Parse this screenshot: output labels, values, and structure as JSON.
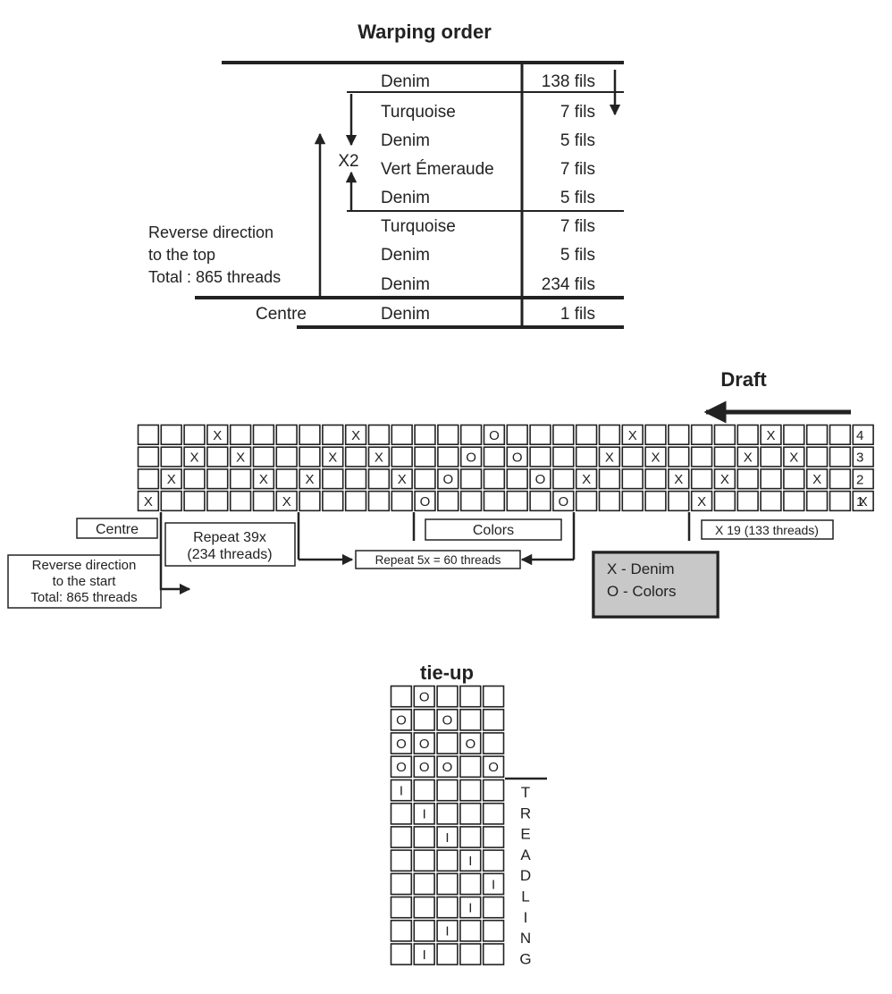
{
  "warping": {
    "title": "Warping order",
    "rows": [
      {
        "color": "Denim",
        "count": "138 fils"
      },
      {
        "color": "Turquoise",
        "count": "7 fils"
      },
      {
        "color": "Denim",
        "count": "5 fils"
      },
      {
        "color": "Vert Émeraude",
        "count": "7 fils"
      },
      {
        "color": "Denim",
        "count": "5 fils"
      },
      {
        "color": "Turquoise",
        "count": "7 fils"
      },
      {
        "color": "Denim",
        "count": "5 fils"
      },
      {
        "color": "Denim",
        "count": "234 fils"
      },
      {
        "color": "Denim",
        "count": "1 fils"
      }
    ],
    "centre_label": "Centre",
    "repeat_label": "X2",
    "reverse_note": [
      "Reverse direction",
      "to the top",
      "Total : 865 threads"
    ]
  },
  "draft": {
    "title": "Draft",
    "shaft_numbers": [
      "4",
      "3",
      "2",
      "1"
    ],
    "grid": [
      [
        "",
        "",
        "",
        "X",
        "",
        "",
        "",
        "",
        "",
        "X",
        "",
        "",
        "",
        "",
        "",
        "O",
        "",
        "",
        "",
        "",
        "",
        "X",
        "",
        "",
        "",
        "",
        "",
        "X",
        "",
        "",
        "",
        ""
      ],
      [
        "",
        "",
        "X",
        "",
        "X",
        "",
        "",
        "",
        "X",
        "",
        "X",
        "",
        "",
        "",
        "O",
        "",
        "O",
        "",
        "",
        "",
        "X",
        "",
        "X",
        "",
        "",
        "",
        "X",
        "",
        "X",
        "",
        "",
        ""
      ],
      [
        "",
        "X",
        "",
        "",
        "",
        "X",
        "",
        "X",
        "",
        "",
        "",
        "X",
        "",
        "O",
        "",
        "",
        "",
        "O",
        "",
        "X",
        "",
        "",
        "",
        "X",
        "",
        "X",
        "",
        "",
        "",
        "X",
        "",
        ""
      ],
      [
        "X",
        "",
        "",
        "",
        "",
        "",
        "X",
        "",
        "",
        "",
        "",
        "",
        "O",
        "",
        "",
        "",
        "",
        "",
        "O",
        "",
        "",
        "",
        "",
        "",
        "X",
        "",
        "",
        "",
        "",
        "",
        "",
        "X"
      ]
    ],
    "labels": {
      "centre": "Centre",
      "repeat39": [
        "Repeat 39x",
        "(234 threads)"
      ],
      "colors": "Colors",
      "x19": "X 19 (133 threads)",
      "repeat5": "Repeat 5x = 60 threads",
      "reverse": [
        "Reverse direction",
        "to the start",
        "Total: 865  threads"
      ]
    },
    "legend": [
      "X - Denim",
      "O - Colors"
    ],
    "legend_bg": "#c8c8c8"
  },
  "tieup": {
    "title": "tie-up",
    "grid": [
      [
        "",
        "O",
        "",
        "",
        ""
      ],
      [
        "O",
        "",
        "O",
        "",
        ""
      ],
      [
        "O",
        "O",
        "",
        "O",
        ""
      ],
      [
        "O",
        "O",
        "O",
        "",
        "O"
      ]
    ],
    "treadling": [
      [
        "I",
        "",
        "",
        "",
        ""
      ],
      [
        "",
        "I",
        "",
        "",
        ""
      ],
      [
        "",
        "",
        "I",
        "",
        ""
      ],
      [
        "",
        "",
        "",
        "I",
        ""
      ],
      [
        "",
        "",
        "",
        "",
        "I"
      ],
      [
        "",
        "",
        "",
        "I",
        ""
      ],
      [
        "",
        "",
        "I",
        "",
        ""
      ],
      [
        "",
        "I",
        "",
        "",
        ""
      ]
    ],
    "treadling_letters": [
      "T",
      "R",
      "E",
      "A",
      "D",
      "L",
      "I",
      "N",
      "G"
    ]
  }
}
